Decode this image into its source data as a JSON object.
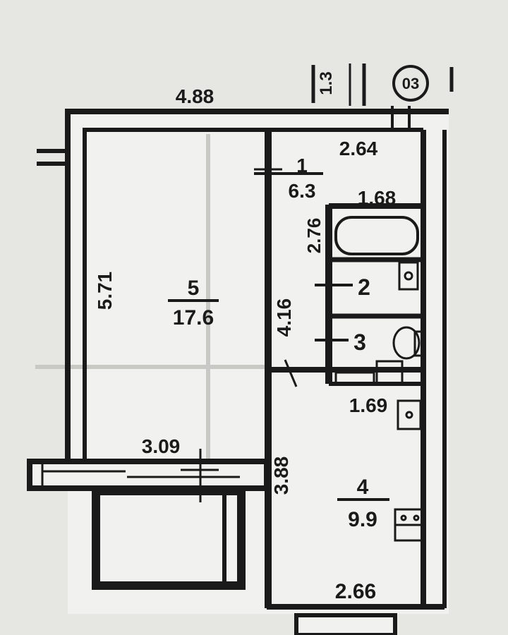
{
  "plan": {
    "top_fragment": "1.3",
    "apartment_marker": "03",
    "rooms": [
      {
        "number": "1",
        "area": "6.3"
      },
      {
        "number": "2",
        "area": ""
      },
      {
        "number": "3",
        "area": ""
      },
      {
        "number": "4",
        "area": "9.9"
      },
      {
        "number": "5",
        "area": "17.6"
      }
    ],
    "dimensions": [
      "4.88",
      "2.64",
      "1.68",
      "2.76",
      "5.71",
      "4.16",
      "1.69",
      "3.09",
      "3.88",
      "2.66"
    ]
  },
  "colors": {
    "paper": "#e6e6e3",
    "wall": "#1a1a1a",
    "interior": "#f1f1ef"
  }
}
